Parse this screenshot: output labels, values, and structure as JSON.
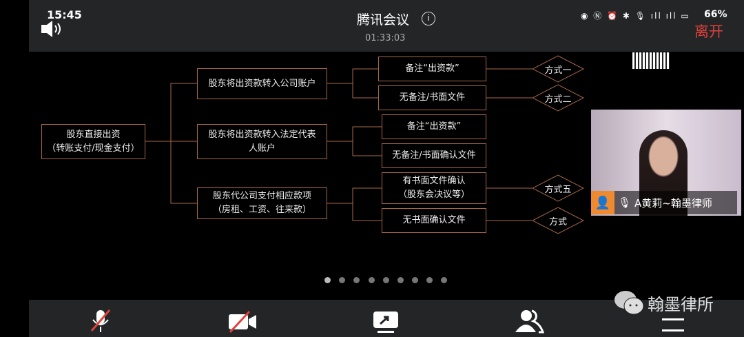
{
  "status_bar": {
    "time": "15:45",
    "battery": "66%"
  },
  "header": {
    "title": "腾讯会议",
    "timer": "01:33:03",
    "leave": "离开"
  },
  "diagram": {
    "root": [
      "股东直接出资",
      "（转账支付/现金支付）"
    ],
    "level1": [
      [
        "股东将出资款转入公司账户"
      ],
      [
        "股东将出资款转入法定代表",
        "人账户"
      ],
      [
        "股东代公司支付相应款项",
        "（房租、工资、往来款）"
      ]
    ],
    "level2": [
      [
        "备注“出资款”"
      ],
      [
        "无备注/书面文件"
      ],
      [
        "备注“出资款”"
      ],
      [
        "无备注/书面确认文件"
      ],
      [
        "有书面文件确认",
        "（股东会决议等）"
      ],
      [
        "无书面确认文件"
      ]
    ],
    "results": [
      "方式一",
      "方式二",
      "方式五",
      "方式"
    ]
  },
  "video": {
    "participant": "A黄莉~翰墨律师"
  },
  "watermark": "翰墨律所",
  "colors": {
    "border": "#a8684a",
    "leave": "#e0413c",
    "bar": "#232527"
  }
}
